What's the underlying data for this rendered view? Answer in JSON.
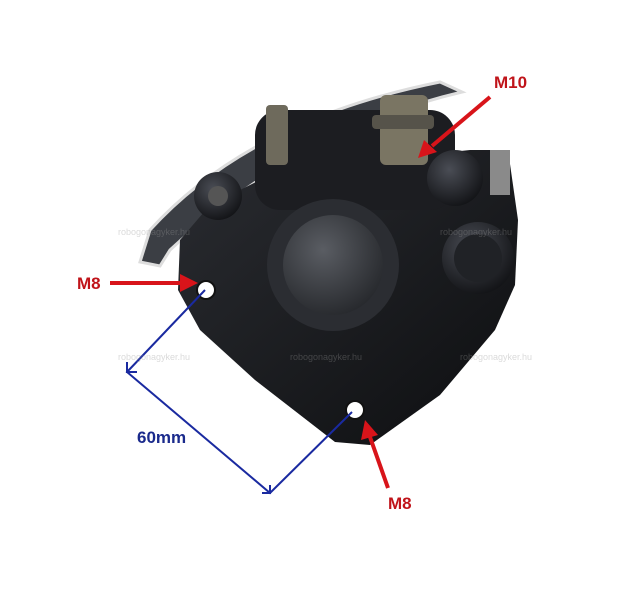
{
  "labels": {
    "top_bolt": "M10",
    "left_hole": "M8",
    "bottom_hole": "M8",
    "distance": "60mm"
  },
  "watermark": "robogonagyker.hu",
  "colors": {
    "arrow": "#d8141a",
    "label": "#c0141a",
    "dimension": "#1a2aa0"
  }
}
